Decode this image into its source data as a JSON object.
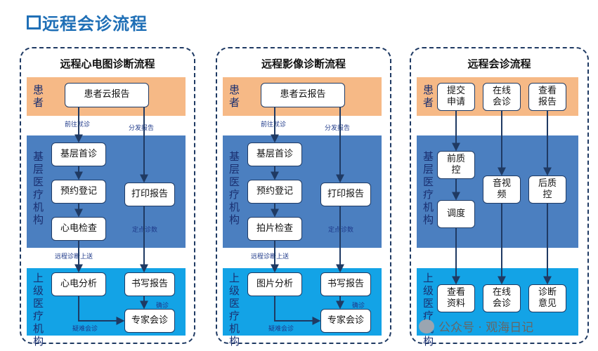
{
  "page_title": "远程会诊流程",
  "panels": [
    {
      "title": "远程心电图诊断流程",
      "band_labels": [
        "患者",
        "基层医疗机构",
        "上级医疗机构"
      ],
      "boxes": [
        "患者云报告",
        "基层首诊",
        "预约登记",
        "心电检查",
        "打印报告",
        "心电分析",
        "书写报告",
        "专家会诊"
      ],
      "edge_labels": [
        "前往就诊",
        "分发报告",
        "定点诊数",
        "远程诊断上送",
        "确诊",
        "疑难会诊"
      ]
    },
    {
      "title": "远程影像诊断流程",
      "band_labels": [
        "患者",
        "基层医疗机构",
        "上级医疗机构"
      ],
      "boxes": [
        "患者云报告",
        "基层首诊",
        "预约登记",
        "拍片检查",
        "打印报告",
        "图片分析",
        "书写报告",
        "专家会诊"
      ],
      "edge_labels": [
        "前往就诊",
        "分发报告",
        "定点诊数",
        "远程诊断上送",
        "确诊",
        "疑难会诊"
      ]
    },
    {
      "title": "远程会诊流程",
      "band_labels": [
        "患者",
        "基层医疗机构",
        "上级医疗机构"
      ],
      "boxes": [
        "提交\n申请",
        "在线\n会诊",
        "查看\n报告",
        "前质\n控",
        "调度",
        "音视\n频",
        "后质\n控",
        "查看\n资料",
        "在线\n会诊",
        "诊断\n意见"
      ]
    }
  ],
  "watermark": "公众号 · 观海日记",
  "colors": {
    "title": "#1f6fb6",
    "patient_band": "#f6b986",
    "primary_band": "#4b7fc0",
    "upper_band": "#13a3e6",
    "border": "#1f3a63"
  }
}
